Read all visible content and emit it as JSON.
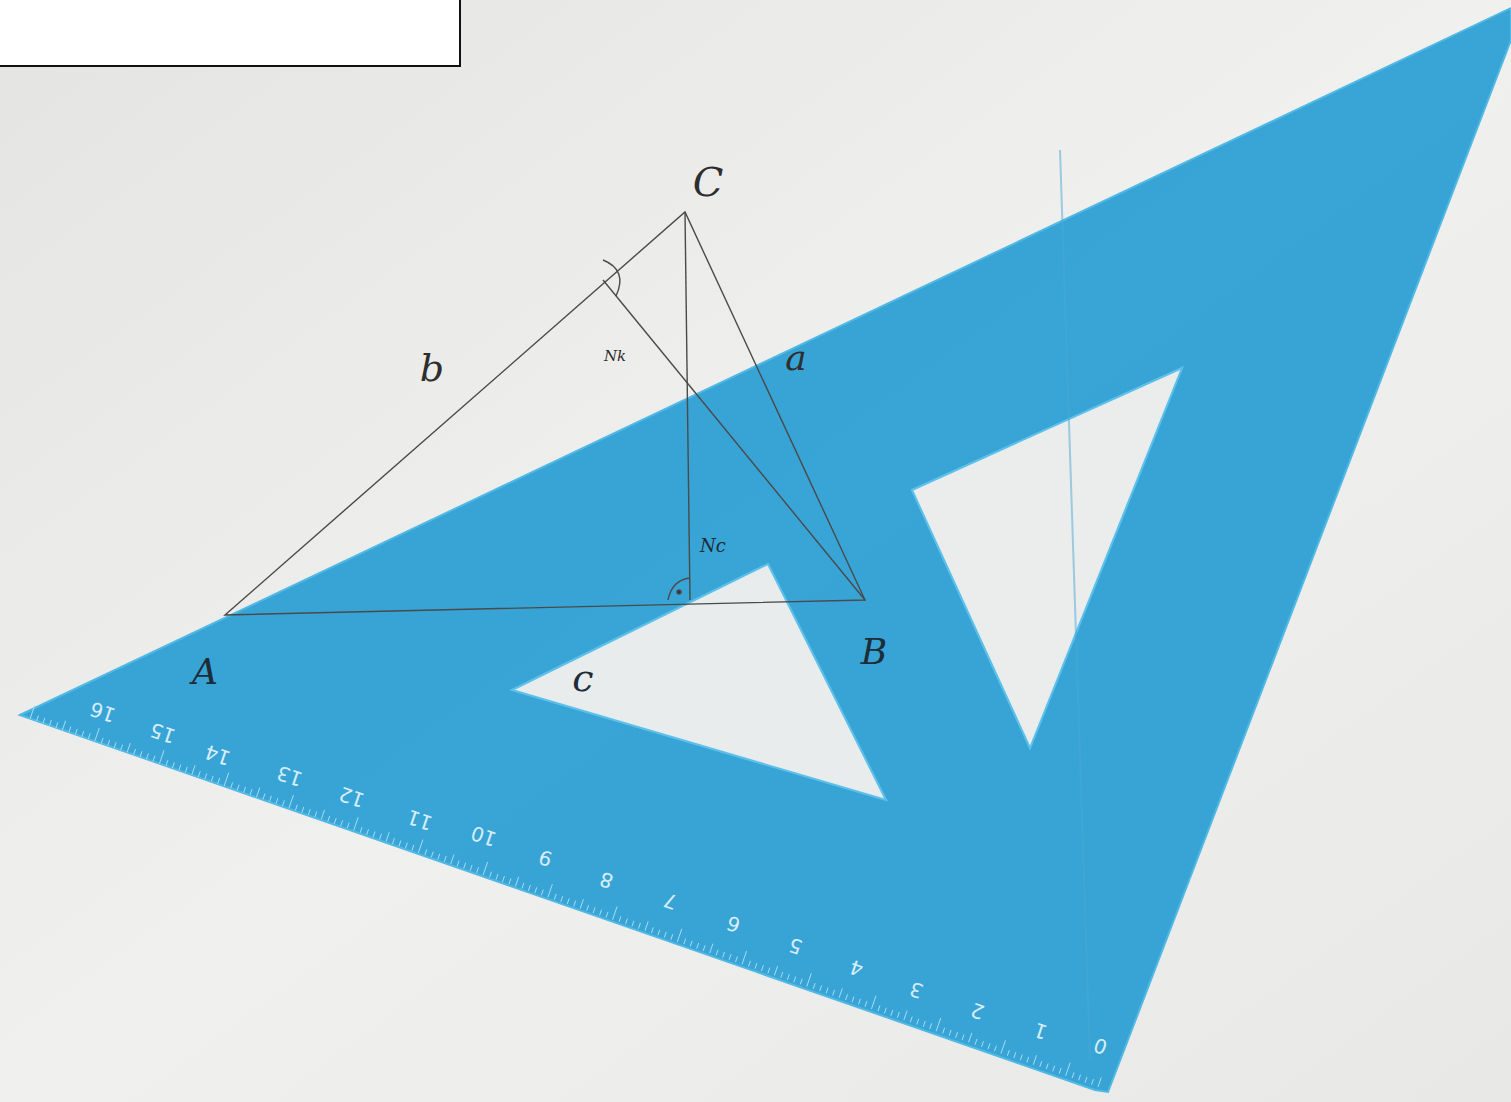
{
  "diagram": {
    "labels": [
      "C",
      "b",
      "a",
      "Nk",
      "Nc",
      "A",
      "c",
      "B",
      "16",
      "15",
      "14",
      "13",
      "12",
      "11",
      "10",
      "9",
      "8",
      "7",
      "6",
      "5",
      "4",
      "3",
      "2",
      "1",
      "0"
    ]
  }
}
